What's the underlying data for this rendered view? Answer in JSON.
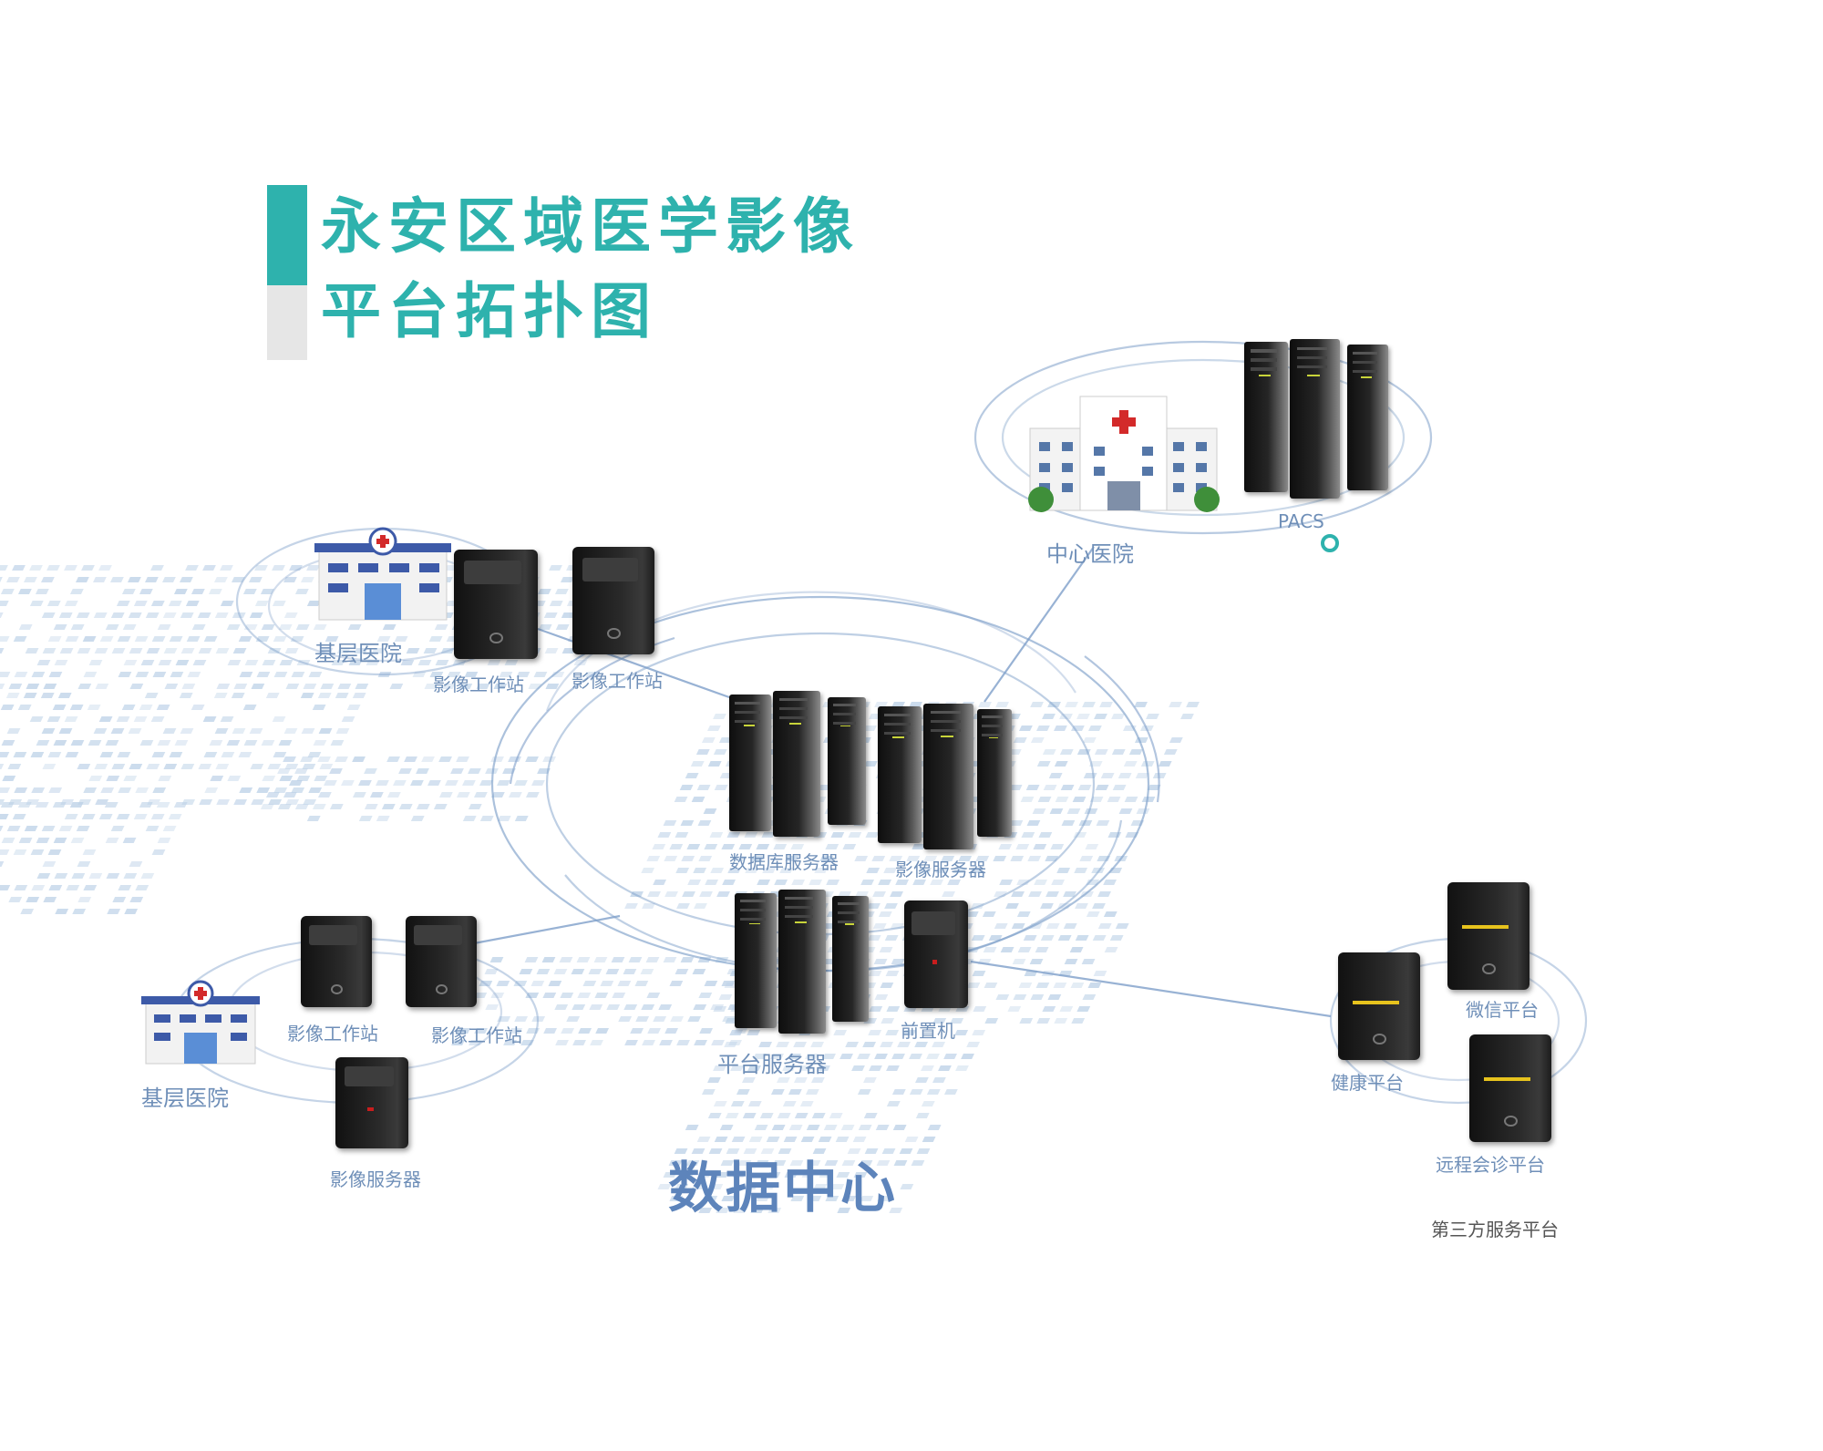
{
  "title": {
    "line1": "永安区域医学影像",
    "line2": "平台拓扑图"
  },
  "colors": {
    "accent": "#2eb2ad",
    "label": "#6f8fb8",
    "ring": "#7e9fc9",
    "dots": "#b9cfe6",
    "bar_grey": "#e6e6e6"
  },
  "nodes": {
    "central_hospital": {
      "name": "中心医院",
      "pacs": "PACS"
    },
    "base_hospital_1": {
      "name": "基层医院",
      "ws_a": "影像工作站",
      "ws_b": "影像工作站"
    },
    "base_hospital_2": {
      "name": "基层医院",
      "ws_a": "影像工作站",
      "ws_b": "影像工作站",
      "server": "影像服务器"
    },
    "data_center": {
      "name": "数据中心",
      "db_server": "数据库服务器",
      "image_server": "影像服务器",
      "platform_server": "平台服务器",
      "front_machine": "前置机"
    },
    "third_party": {
      "name": "第三方服务平台",
      "wechat": "微信平台",
      "health": "健康平台",
      "remote": "远程会诊平台"
    }
  }
}
